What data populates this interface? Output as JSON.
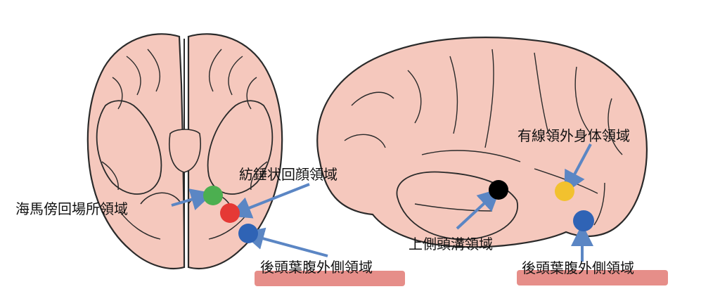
{
  "labels": {
    "fusiform_face_area": "紡錘状回顔領域",
    "parahippocampal_place_area": "海馬傍回場所領域",
    "lateral_occipital_area_left": "後頭葉腹外側領域",
    "extrastriate_body_area": "有線領外身体領域",
    "superior_temporal_sulcus_area": "上側頭溝領域",
    "lateral_occipital_area_right": "後頭葉腹外側領域"
  },
  "colors": {
    "brain_fill": "#f5c8bd",
    "brain_outline": "#2a2a2a",
    "arrow": "#5b86c4",
    "highlight": "#e27a74",
    "green_dot": "#4caf50",
    "red_dot": "#e53935",
    "blue_dot": "#2f63b5",
    "black_dot": "#000000",
    "yellow_dot": "#f2c12e"
  }
}
